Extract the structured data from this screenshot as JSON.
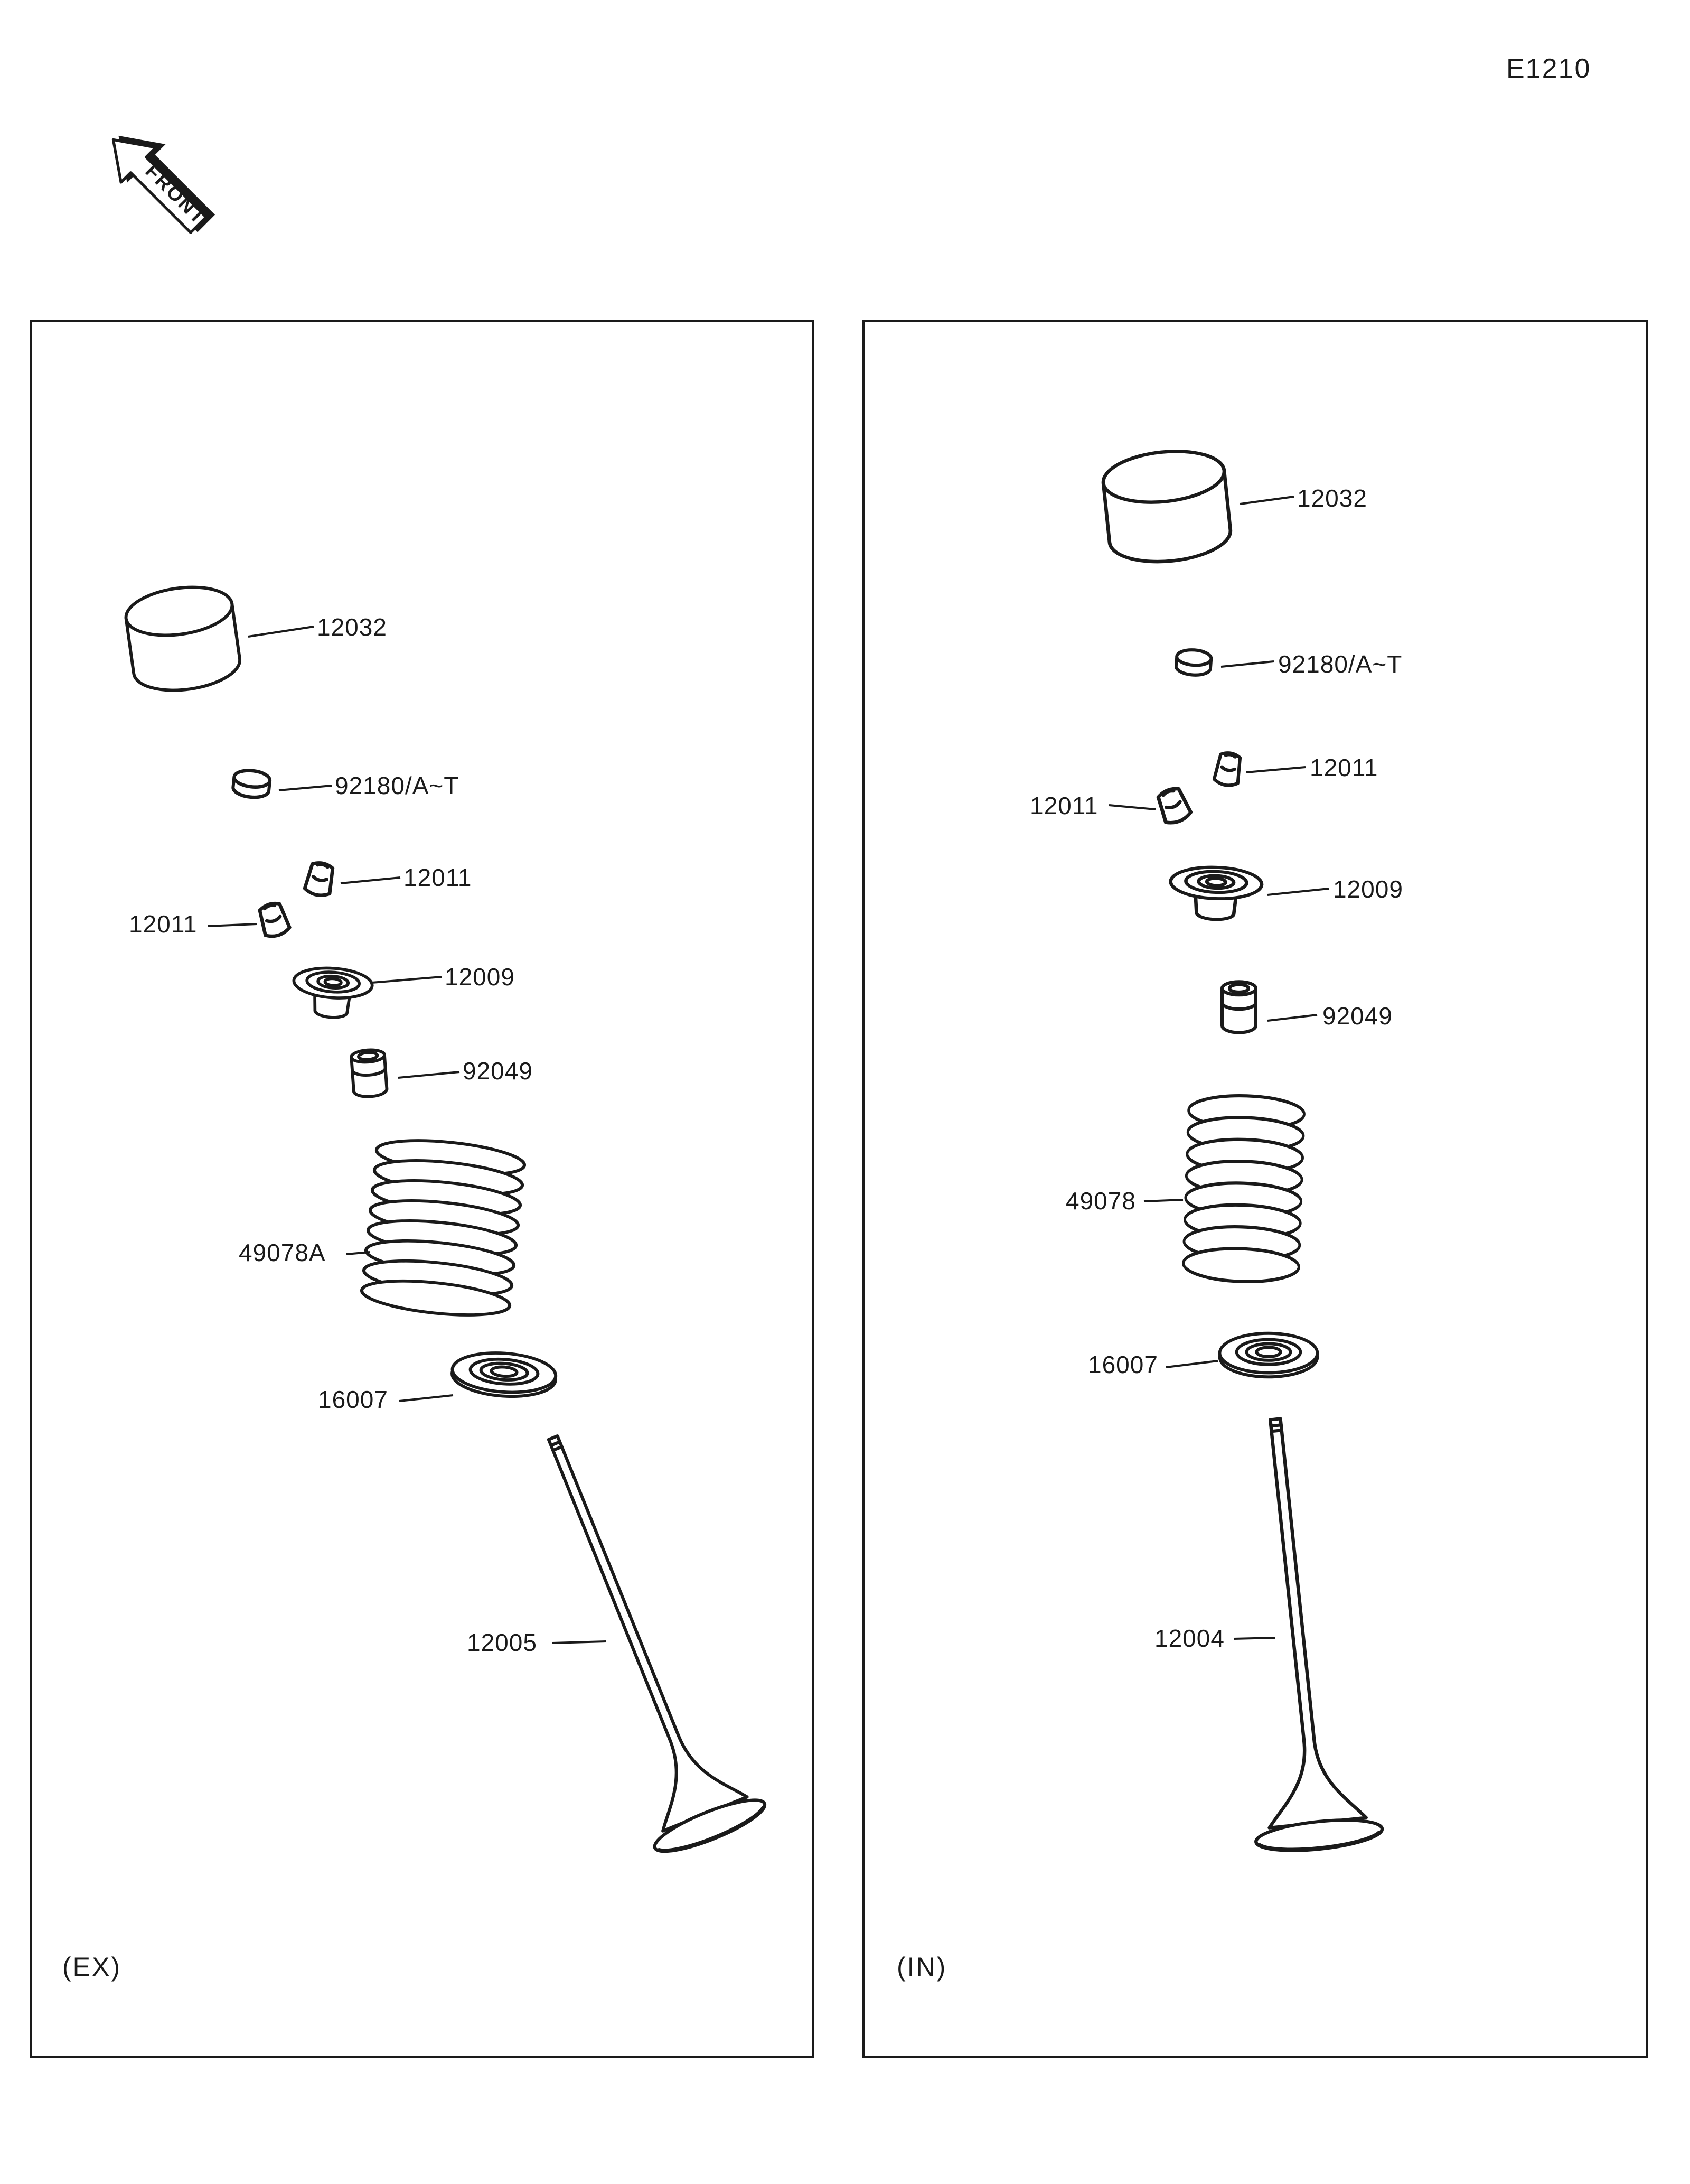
{
  "page": {
    "code": "E1210",
    "front_label": "FRONT"
  },
  "panels": [
    {
      "caption": "(EX)",
      "labels": [
        {
          "part": "valve-lifter",
          "text": "12032"
        },
        {
          "part": "shim",
          "text": "92180/A~T"
        },
        {
          "part": "split-keeper-right",
          "text": "12011"
        },
        {
          "part": "split-keeper-left",
          "text": "12011"
        },
        {
          "part": "spring-retainer",
          "text": "12009"
        },
        {
          "part": "valve-stem-seal",
          "text": "92049"
        },
        {
          "part": "valve-spring",
          "text": "49078A"
        },
        {
          "part": "spring-seat",
          "text": "16007"
        },
        {
          "part": "exhaust-valve",
          "text": "12005"
        }
      ]
    },
    {
      "caption": "(IN)",
      "labels": [
        {
          "part": "valve-lifter",
          "text": "12032"
        },
        {
          "part": "shim",
          "text": "92180/A~T"
        },
        {
          "part": "split-keeper-right",
          "text": "12011"
        },
        {
          "part": "split-keeper-left",
          "text": "12011"
        },
        {
          "part": "spring-retainer",
          "text": "12009"
        },
        {
          "part": "valve-stem-seal",
          "text": "92049"
        },
        {
          "part": "valve-spring",
          "text": "49078"
        },
        {
          "part": "spring-seat",
          "text": "16007"
        },
        {
          "part": "intake-valve",
          "text": "12004"
        }
      ]
    }
  ]
}
